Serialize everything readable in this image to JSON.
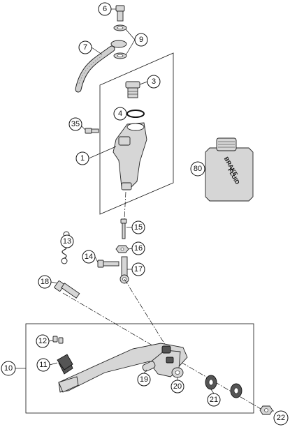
{
  "callouts": [
    {
      "id": "c6",
      "label": "6"
    },
    {
      "id": "c9",
      "label": "9"
    },
    {
      "id": "c7",
      "label": "7"
    },
    {
      "id": "c3",
      "label": "3"
    },
    {
      "id": "c4",
      "label": "4"
    },
    {
      "id": "c35",
      "label": "35"
    },
    {
      "id": "c1",
      "label": "1"
    },
    {
      "id": "c80",
      "label": "80"
    },
    {
      "id": "c15",
      "label": "15"
    },
    {
      "id": "c13",
      "label": "13"
    },
    {
      "id": "c16",
      "label": "16"
    },
    {
      "id": "c14",
      "label": "14"
    },
    {
      "id": "c17",
      "label": "17"
    },
    {
      "id": "c18",
      "label": "18"
    },
    {
      "id": "c12",
      "label": "12"
    },
    {
      "id": "c10",
      "label": "10"
    },
    {
      "id": "c11",
      "label": "11"
    },
    {
      "id": "c19",
      "label": "19"
    },
    {
      "id": "c20",
      "label": "20"
    },
    {
      "id": "c21",
      "label": "21"
    },
    {
      "id": "c22",
      "label": "22"
    }
  ],
  "bottle": {
    "line1": "BRAKE",
    "line2": "FLUID"
  }
}
